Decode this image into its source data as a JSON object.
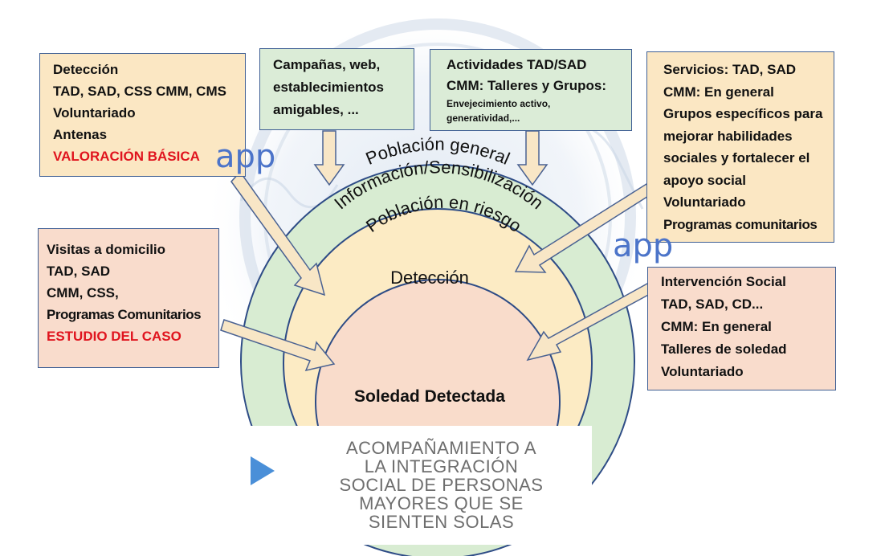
{
  "boxes": {
    "deteccion": {
      "lines": [
        "Detección",
        "TAD, SAD, CSS CMM, CMS",
        "Voluntariado",
        "Antenas"
      ],
      "highlight": "VALORACIÓN BÁSICA"
    },
    "campanas": {
      "lines": [
        "Campañas, web,",
        "establecimientos",
        "amigables, ..."
      ]
    },
    "actividades": {
      "lines": [
        "Actividades TAD/SAD",
        "CMM: Talleres y Grupos:"
      ],
      "small_lines": [
        "Envejecimiento activo,",
        "generatividad,..."
      ]
    },
    "servicios": {
      "lines": [
        "Servicios: TAD, SAD",
        "CMM: En general",
        "Grupos específicos para",
        "mejorar habilidades",
        "sociales y fortalecer el",
        "apoyo social",
        "Voluntariado",
        "Programas comunitarios"
      ]
    },
    "visitas": {
      "lines": [
        "Visitas a domicilio",
        "TAD, SAD",
        "CMM, CSS,",
        "Programas Comunitarios"
      ],
      "highlight": "ESTUDIO DEL CASO"
    },
    "intervencion": {
      "lines": [
        "Intervención Social",
        "TAD, SAD, CD...",
        "CMM: En general",
        "Talleres de soledad",
        "Voluntariado"
      ]
    }
  },
  "rings": {
    "outer_line1": "Población general",
    "outer_line2": "Información/Sensibilización",
    "middle_line1": "Población en riesgo",
    "middle_line2": "Detección",
    "inner": "Soledad Detectada"
  },
  "app_labels": [
    "app",
    "app"
  ],
  "caption": {
    "lines": [
      "ACOMPAÑAMIENTO A",
      "LA INTEGRACIÓN",
      "SOCIAL DE PERSONAS",
      "MAYORES QUE SE",
      "SIENTEN SOLAS"
    ]
  },
  "colors": {
    "ring_outer": "#d8ecd2",
    "ring_middle": "#fcebc4",
    "ring_inner": "#f9dccb",
    "ring_stroke": "#2e4c86",
    "arrow_fill": "#f8e6c6",
    "arrow_stroke": "#4a6292",
    "accent_red": "#e0141e",
    "app_blue": "#4c74c9",
    "play_blue": "#4a8fd8"
  }
}
